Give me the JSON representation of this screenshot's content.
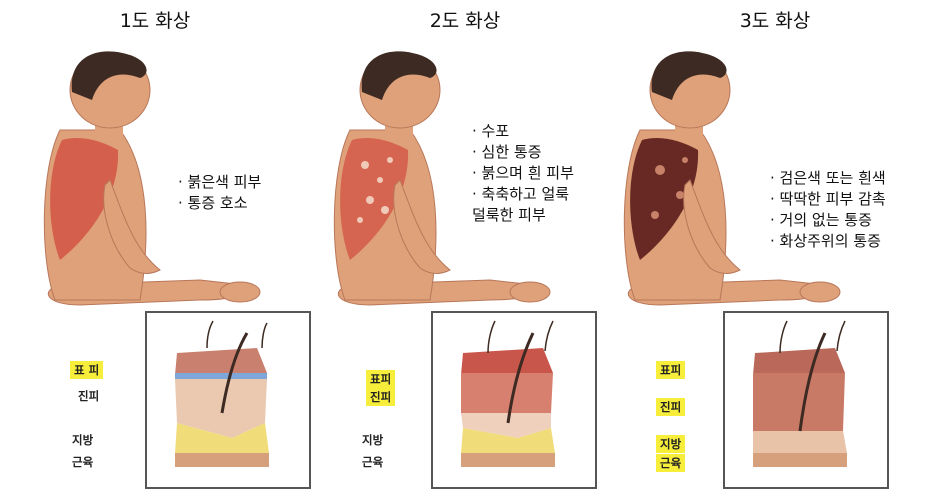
{
  "panels": [
    {
      "title": "1도 화상",
      "symptoms": [
        "· 붉은색 피부",
        "· 통증 호소"
      ],
      "layers": {
        "epidermis": "표 피",
        "dermis": "진피",
        "fat": "지방",
        "muscle": "근육"
      }
    },
    {
      "title": "2도 화상",
      "symptoms": [
        "· 수포",
        "· 심한 통증",
        "· 붉으며 흰 피부",
        "· 축축하고 얼룩",
        "덜룩한 피부"
      ],
      "layers": {
        "epidermis": "표피",
        "dermis": "진피",
        "fat": "지방",
        "muscle": "근육"
      }
    },
    {
      "title": "3도 화상",
      "symptoms": [
        "· 검은색 또는 흰색",
        "· 딱딱한 피부 감촉",
        "· 거의 없는 통증",
        "· 화상주위의 통증"
      ],
      "layers": {
        "epidermis": "표피",
        "dermis": "진피",
        "fat": "지방",
        "muscle": "근육"
      }
    }
  ],
  "colors": {
    "skin": "#dea179",
    "burn1": "#d24a3f",
    "burn3": "#5b1c1c",
    "hair": "#3d2a22",
    "highlight": "#f6ee3a"
  }
}
